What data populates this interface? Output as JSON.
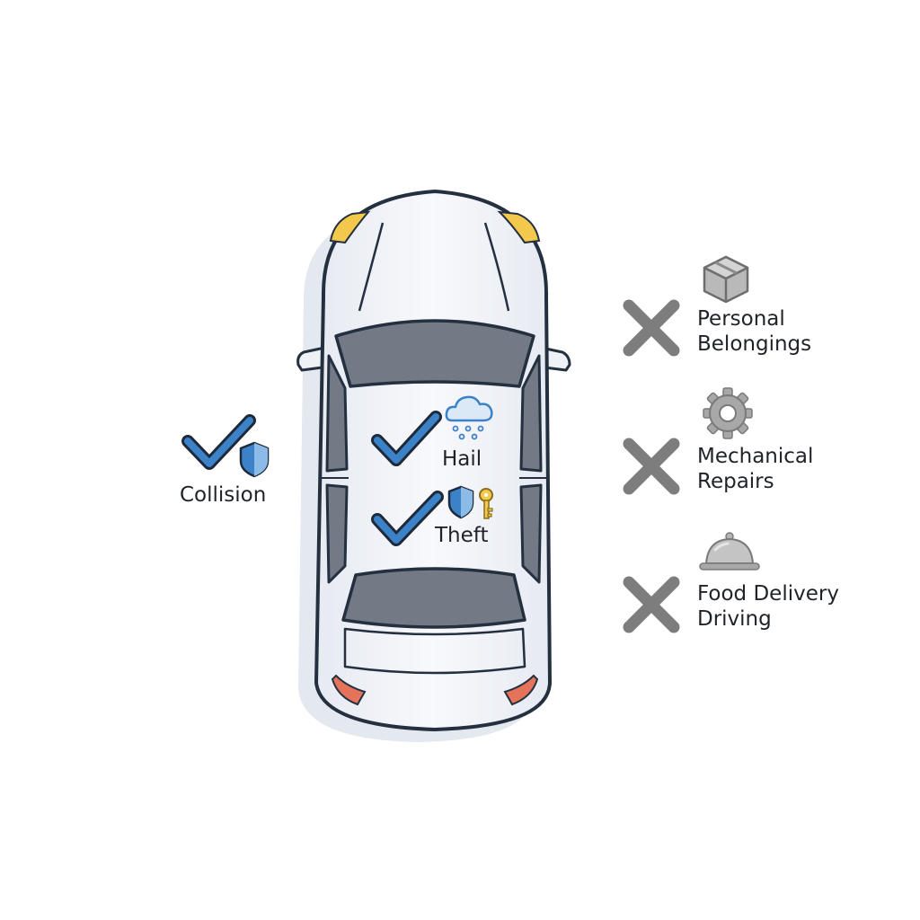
{
  "covered": {
    "collision": {
      "label": "Collision"
    },
    "hail": {
      "label": "Hail"
    },
    "theft": {
      "label": "Theft"
    }
  },
  "not_covered": {
    "personal_belongings": {
      "line1": "Personal",
      "line2": "Belongings"
    },
    "mechanical_repairs": {
      "line1": "Mechanical",
      "line2": "Repairs"
    },
    "food_delivery_driving": {
      "line1": "Food Delivery",
      "line2": "Driving"
    }
  },
  "colors": {
    "check": "#3b82c8",
    "check_outline": "#1e2a3a",
    "cross": "#7d7d7d",
    "car_body": "#f5f7fb",
    "car_outline": "#243040",
    "glass": "#737a85",
    "headlight": "#f2c94c",
    "taillight": "#e5735a",
    "shield": "#3b82c8",
    "key": "#f2c94c",
    "icon_gray": "#9a9a9a"
  },
  "icons": {
    "collision": [
      "check-icon",
      "shield-icon"
    ],
    "hail": [
      "check-icon",
      "hail-cloud-icon"
    ],
    "theft": [
      "check-icon",
      "shield-icon",
      "key-icon"
    ],
    "personal_belongings": [
      "x-icon",
      "box-icon"
    ],
    "mechanical_repairs": [
      "x-icon",
      "gear-icon"
    ],
    "food_delivery_driving": [
      "x-icon",
      "food-cloche-icon"
    ]
  }
}
